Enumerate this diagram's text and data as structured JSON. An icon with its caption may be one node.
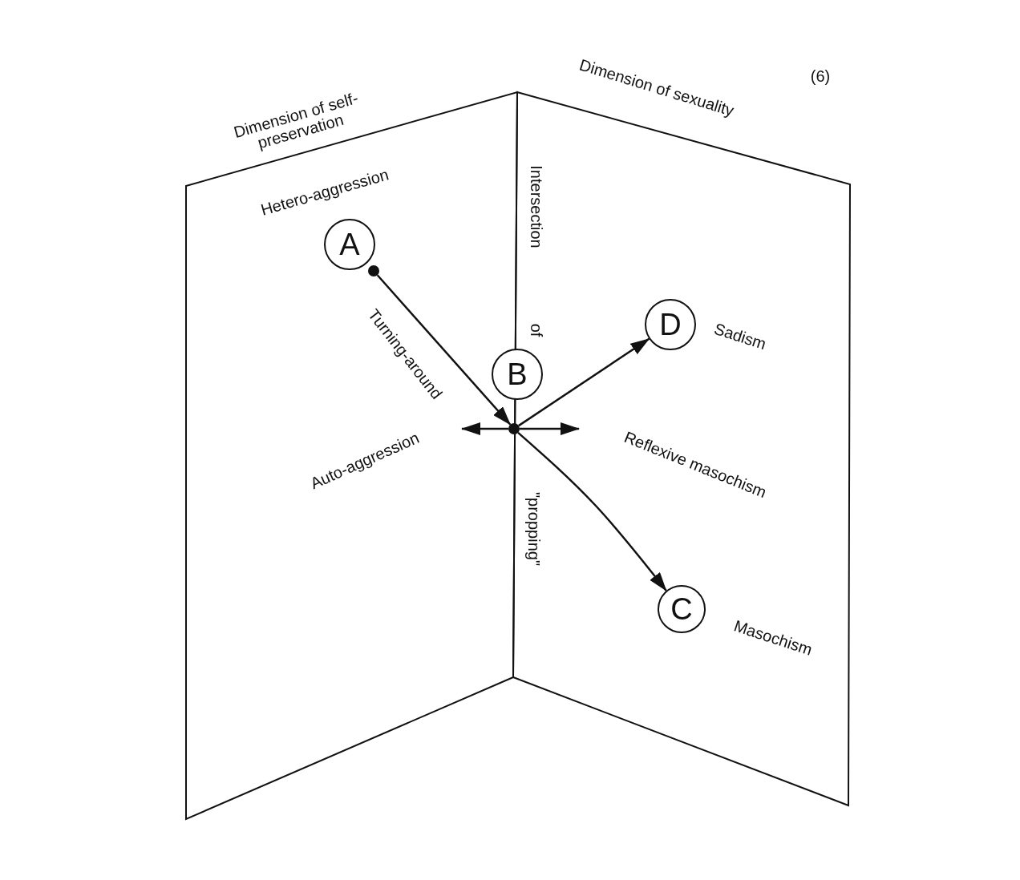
{
  "diagram": {
    "nodes": [
      {
        "text": [
          "Dimension of self-preservation"
        ]
      },
      {
        "text": [
          "Dimension of sexuality"
        ]
      },
      {
        "text": [
          "A"
        ],
        "in": 0,
        "beside": [
          "Hetero-aggression"
        ]
      },
      {
        "text": [],
        "shape": "circle",
        "in": 0
      },
      {
        "text": [
          "D"
        ],
        "in": 1,
        "beside": [
          "Sadism"
        ]
      },
      {
        "text": [
          "B"
        ]
      },
      {
        "text": [],
        "shape": "circle"
      },
      {
        "text": [
          "C"
        ],
        "in": 1,
        "beside": [
          "Masochism"
        ]
      }
    ],
    "edges": [
      {
        "from": 3,
        "to": 6,
        "arrow": "to",
        "label": "Turning-around"
      },
      {
        "from": 6,
        "to": 4,
        "arrow": "to"
      },
      {
        "from": 6,
        "to": 7,
        "arrow": "to"
      },
      {
        "from": 6,
        "to": null,
        "arrow": "to"
      },
      {
        "from": 6,
        "to": null,
        "arrow": "to"
      }
    ],
    "labels": [
      "(6)",
      "Intersection",
      "of",
      "\"propping\"",
      "Auto-aggression",
      "Reflexive masochism"
    ]
  }
}
